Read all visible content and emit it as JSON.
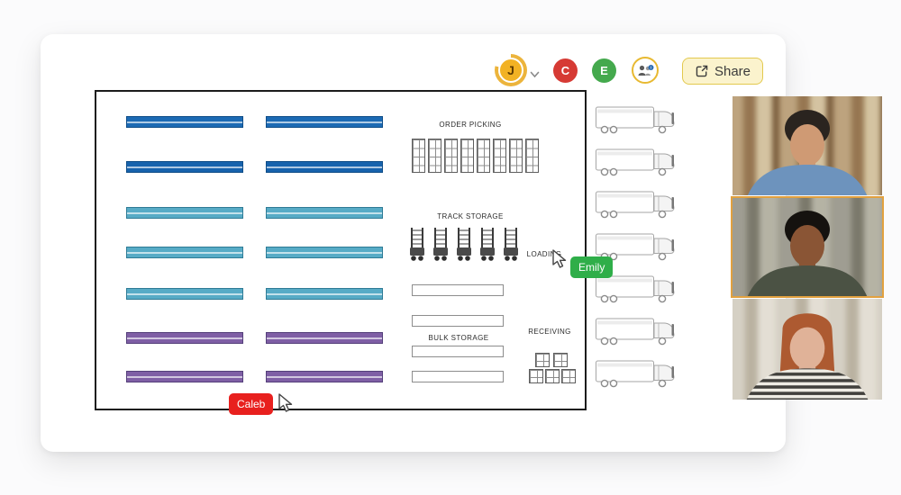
{
  "header": {
    "share_label": "Share",
    "avatars": [
      {
        "initial": "J",
        "bg": "#f2b224",
        "fg": "#5f3c00"
      },
      {
        "initial": "C",
        "bg": "#d63a34",
        "fg": "#ffffff"
      },
      {
        "initial": "E",
        "bg": "#44a94d",
        "fg": "#ffffff"
      }
    ]
  },
  "diagram": {
    "labels": {
      "order_picking": "ORDER PICKING",
      "track_storage": "TRACK STORAGE",
      "loading": "LOADING",
      "bulk_storage": "BULK STORAGE",
      "receiving": "RECEIVING"
    },
    "rack_rows": [
      {
        "fill": "#1c6ab4",
        "border": "#0f4d87"
      },
      {
        "fill": "#1763ad",
        "border": "#0f4d87"
      },
      {
        "fill": "#57abc6",
        "border": "#2f7b95"
      },
      {
        "fill": "#57abc6",
        "border": "#2f7b95"
      },
      {
        "fill": "#57abc6",
        "border": "#2f7b95"
      },
      {
        "fill": "#7f5fa5",
        "border": "#54407a"
      },
      {
        "fill": "#7f5fa5",
        "border": "#54407a"
      }
    ],
    "order_picking_pallets": 8,
    "forklifts": 5,
    "bulk_rects": 4,
    "receiving_pallets": 5,
    "trucks": 7
  },
  "cursors": [
    {
      "name": "Emily",
      "color": "#2fae49"
    },
    {
      "name": "Caleb",
      "color": "#e8201e"
    }
  ],
  "participants": [
    {
      "active": false
    },
    {
      "active": true
    },
    {
      "active": false
    }
  ]
}
